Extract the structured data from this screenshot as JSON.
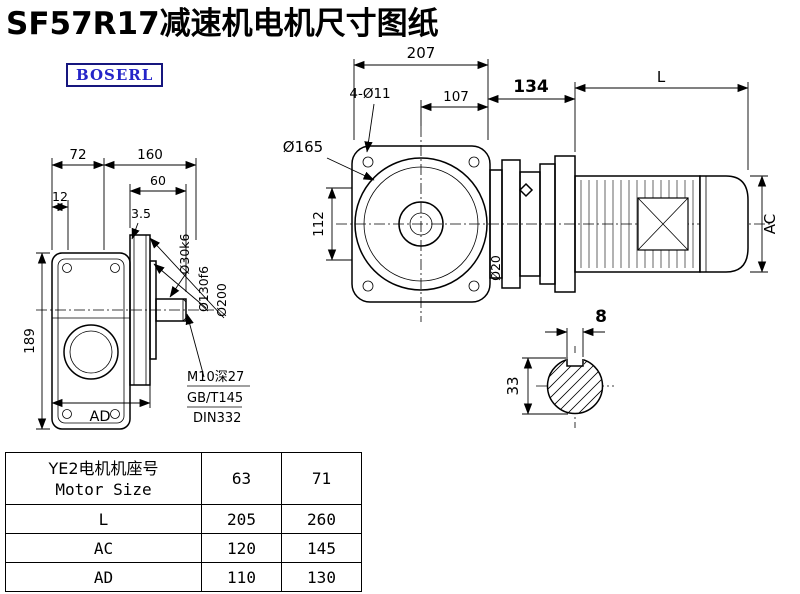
{
  "page": {
    "title": "SF57R17减速机电机尺寸图纸"
  },
  "logo": {
    "text": "BOSERL",
    "border_color": "#16167e",
    "text_color": "#2424c8"
  },
  "front_view": {
    "dim_72": "72",
    "dim_160": "160",
    "dim_60": "60",
    "dim_12": "12",
    "dim_3_5": "3.5",
    "dim_189": "189",
    "dim_AD": "AD",
    "label_shaft_dia": "Ø30k6",
    "label_spigot_dia": "Ø130f6",
    "label_flange_dia": "Ø200",
    "note_tap": "M10深27",
    "note_std1": "GB/T145",
    "note_std2": "DIN332"
  },
  "side_view": {
    "dim_207": "207",
    "dim_bolt_holes": "4-Ø11",
    "dim_107": "107",
    "dim_134": "134",
    "dim_L": "L",
    "dim_flange_dia": "Ø165",
    "dim_112": "112",
    "dim_shaft_dia": "Ø20",
    "dim_AC": "AC"
  },
  "shaft_section": {
    "dim_key_width": "8",
    "dim_height": "33"
  },
  "table": {
    "header": {
      "label_cn": "YE2电机机座号",
      "label_en": "Motor Size",
      "size_1": "63",
      "size_2": "71"
    },
    "rows": [
      {
        "label": "L",
        "v1": "205",
        "v2": "260"
      },
      {
        "label": "AC",
        "v1": "120",
        "v2": "145"
      },
      {
        "label": "AD",
        "v1": "110",
        "v2": "130"
      }
    ]
  }
}
